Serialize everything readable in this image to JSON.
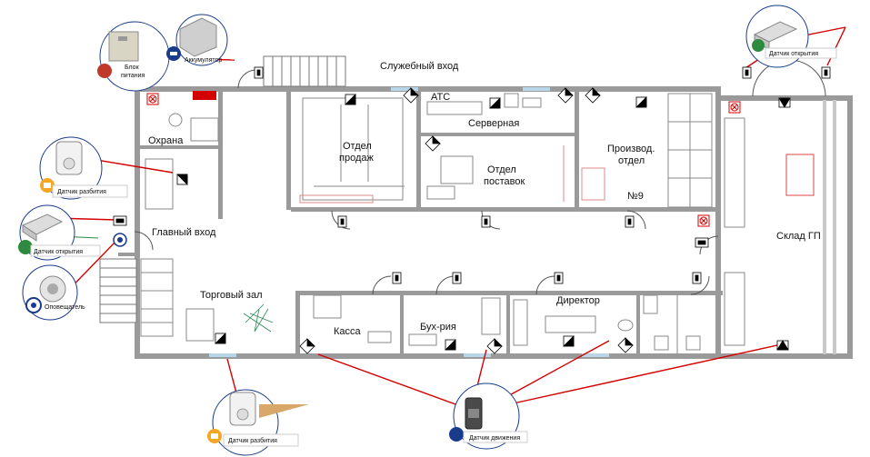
{
  "plan": {
    "rooms": {
      "service_entrance": "Служебный вход",
      "security": "Охрана",
      "sales_dept_line1": "Отдел",
      "sales_dept_line2": "продаж",
      "ats": "АТС",
      "server_room": "Серверная",
      "supply_dept_line1": "Отдел",
      "supply_dept_line2": "поставок",
      "production_line1": "Производ.",
      "production_line2": "отдел",
      "no9": "№9",
      "warehouse": "Склад ГП",
      "main_entrance": "Главный вход",
      "trading_hall": "Торговый зал",
      "cashier": "Касса",
      "accounting": "Бух-рия",
      "director": "Директор"
    },
    "devices": {
      "power_supply_line1": "Блок",
      "power_supply_line2": "питания",
      "battery": "Аккумулятор",
      "glass_break_top": "Датчик разбития",
      "open_sensor_left": "Датчик открытия",
      "siren": "Оповещатель",
      "open_sensor_right": "Датчик открытия",
      "glass_break_bottom": "Датчик разбития",
      "motion_sensor": "Датчик движения"
    },
    "colors": {
      "wall": "#8a8a8a",
      "alarm_line": "#d40000",
      "furniture": "#888888",
      "callout_border": "#1a3b8c"
    }
  }
}
